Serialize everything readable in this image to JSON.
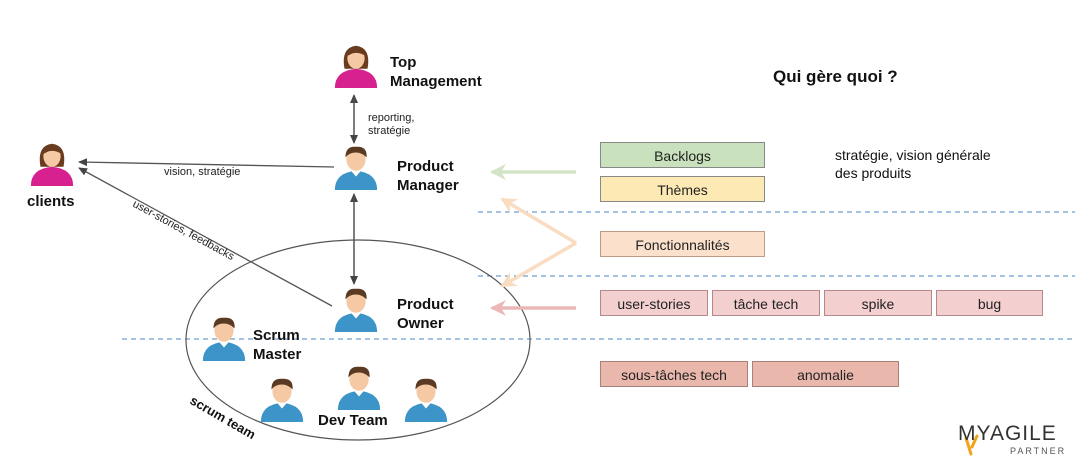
{
  "title": "Qui gère quoi ?",
  "roles": {
    "top_management": "Top\nManagement",
    "product_manager": "Product\nManager",
    "product_owner": "Product\nOwner",
    "scrum_master": "Scrum\nMaster",
    "dev_team": "Dev Team",
    "clients": "clients"
  },
  "edge_labels": {
    "reporting": "reporting,\nstratégie",
    "vision": "vision, stratégie",
    "user_stories": "user-stories, feedbacks"
  },
  "team_label": "scrum team",
  "boxes": {
    "backlogs": "Backlogs",
    "themes": "Thèmes",
    "fonctionnalites": "Fonctionnalités",
    "user_stories": "user-stories",
    "tache_tech": "tâche tech",
    "spike": "spike",
    "bug": "bug",
    "sous_taches": "sous-tâches tech",
    "anomalie": "anomalie"
  },
  "note": "stratégie, vision générale\ndes produits",
  "logo": {
    "main": "MYAGILE",
    "sub": "PARTNER"
  },
  "colors": {
    "green_arrow": "#d2e4c5",
    "peach_arrow": "#f9dcc1",
    "pink_arrow": "#ecb7b7",
    "dashed_line": "#4a86c8",
    "female_avatar": "#d6218f",
    "male_avatar": "#3d94c8"
  }
}
